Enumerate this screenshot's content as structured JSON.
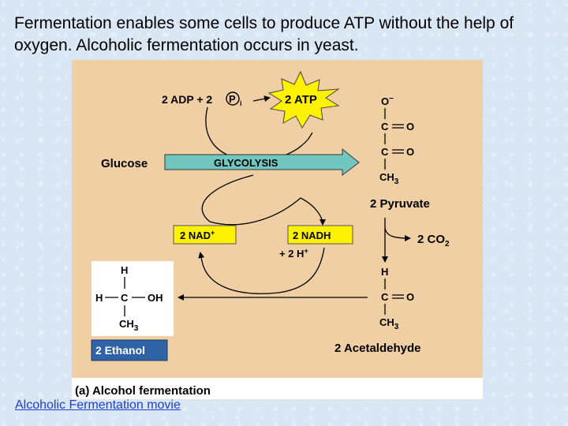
{
  "slide": {
    "title": "Fermentation enables some cells to produce ATP without the help of oxygen.   Alcoholic fermentation occurs in yeast.",
    "link": "Alcoholic Fermentation movie"
  },
  "diagram": {
    "adp_label": "2 ADP + 2",
    "pi_p": "P",
    "pi_sub": "i",
    "atp": "2 ATP",
    "glucose": "Glucose",
    "glycolysis": "GLYCOLYSIS",
    "nad": "2 NAD",
    "nadh": "2 NADH",
    "plus_sup": "+",
    "h_plus": "+ 2 H",
    "pyruvate_label": "2 Pyruvate",
    "co2": "2 CO",
    "co2_sub": "2",
    "acetaldehyde_label": "2 Acetaldehyde",
    "ethanol_label": "2 Ethanol",
    "caption": "(a) Alcohol fermentation",
    "atoms": {
      "o_minus": "O",
      "minus": "−",
      "c": "C",
      "o": "O",
      "ch": "CH",
      "sub3": "3",
      "h": "H",
      "oh": "OH"
    }
  },
  "colors": {
    "panel": "#f0cfa5",
    "glycolysis_arrow": "#72c6c0",
    "atp_burst": "#fff200",
    "nad_box": "#fff200",
    "ethanol_box": "#2f62a6",
    "link": "#1f3fcf"
  }
}
